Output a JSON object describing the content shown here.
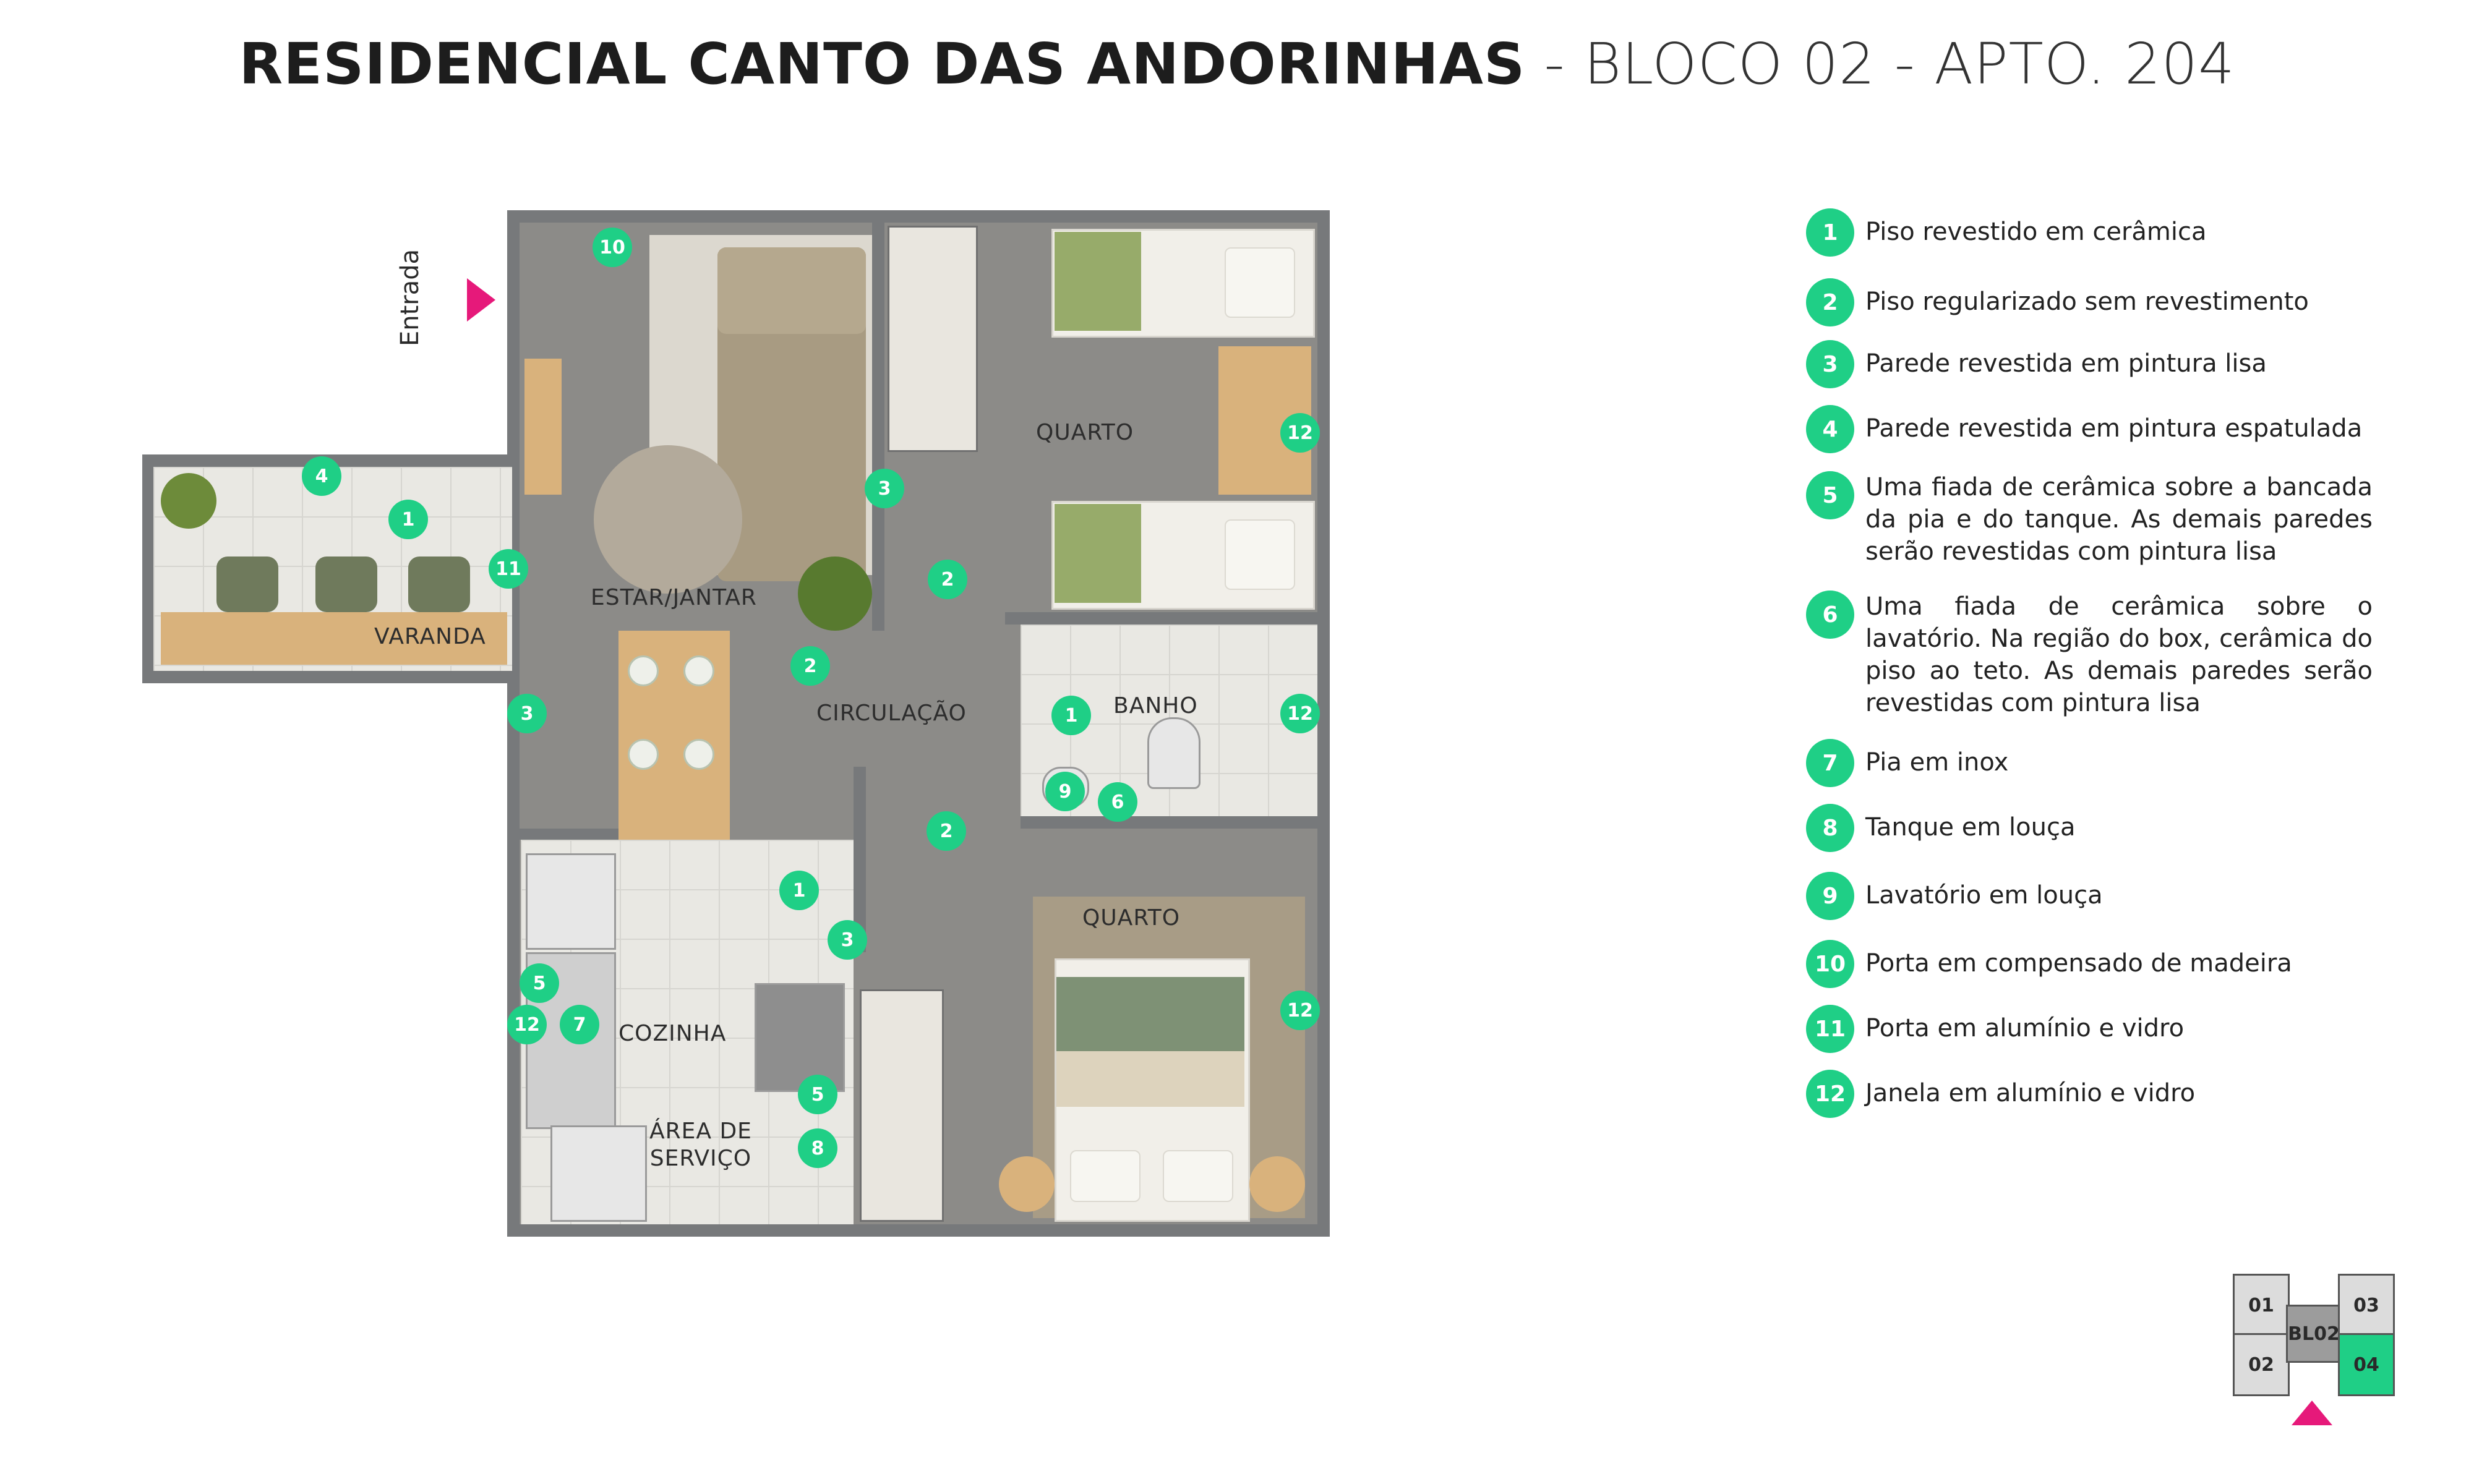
{
  "title": {
    "bold": "RESIDENCIAL CANTO DAS ANDORINHAS",
    "rest": " - BLOCO 02 - APTO. 204"
  },
  "entrance": {
    "label": "Entrada",
    "arrow_color": "#e6197a"
  },
  "colors": {
    "badge": "#1fcf86",
    "highlight_unit": "#1fcf86"
  },
  "rooms": {
    "estar": "ESTAR/JANTAR",
    "varanda": "VARANDA",
    "circulacao": "CIRCULAÇÃO",
    "quarto1": "QUARTO",
    "quarto2": "QUARTO",
    "banho": "BANHO",
    "cozinha": "COZINHA",
    "area_servico_1": "ÁREA DE",
    "area_servico_2": "SERVIÇO"
  },
  "plan_badges": [
    "10",
    "4",
    "1",
    "11",
    "3",
    "2",
    "3",
    "2",
    "12",
    "1",
    "12",
    "9",
    "6",
    "1",
    "5",
    "3",
    "12",
    "7",
    "5",
    "8",
    "2",
    "12"
  ],
  "legend": [
    {
      "num": "1",
      "text": "Piso revestido em cerâmica"
    },
    {
      "num": "2",
      "text": "Piso regularizado sem revestimento"
    },
    {
      "num": "3",
      "text": "Parede revestida em pintura lisa"
    },
    {
      "num": "4",
      "text": "Parede revestida em pintura espatulada"
    },
    {
      "num": "5",
      "text": "Uma fiada de cerâmica sobre a bancada da pia e do tanque. As demais paredes serão revestidas com pintura lisa"
    },
    {
      "num": "6",
      "text": "Uma fiada de cerâmica sobre o lavatório. Na região do box, cerâmica do piso ao teto. As demais paredes serão revestidas com pintura lisa"
    },
    {
      "num": "7",
      "text": "Pia em inox"
    },
    {
      "num": "8",
      "text": "Tanque em louça"
    },
    {
      "num": "9",
      "text": "Lavatório em louça"
    },
    {
      "num": "10",
      "text": "Porta em compensado de madeira"
    },
    {
      "num": "11",
      "text": "Porta em alumínio e vidro"
    },
    {
      "num": "12",
      "text": "Janela em alumínio e vidro"
    }
  ],
  "block_key": {
    "u01": "01",
    "u02": "02",
    "u03": "03",
    "u04": "04",
    "center": "BL02",
    "arrow_color": "#e6197a"
  }
}
